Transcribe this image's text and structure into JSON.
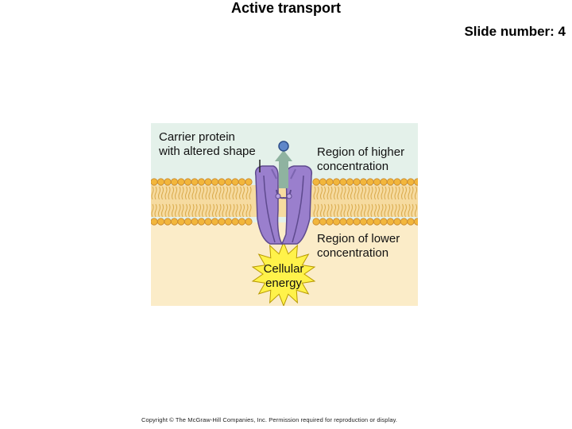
{
  "title": "Active transport",
  "slide_number": "Slide number: 4",
  "labels": {
    "carrier": [
      "Carrier protein",
      "with altered shape"
    ],
    "higher": [
      "Region of higher",
      "concentration"
    ],
    "lower": [
      "Region of lower",
      "concentration"
    ],
    "energy": [
      "Cellular",
      "energy"
    ]
  },
  "copyright": "Copyright © The McGraw-Hill Companies, Inc. Permission required for reproduction or display.",
  "colors": {
    "upper_region": "#e4f1ea",
    "lower_region": "#fbecc8",
    "lipid_head": "#f2b63c",
    "lipid_tail": "#e9c87a",
    "protein": "#9a7fcd",
    "arrow": "#8fb3a0",
    "molecule": "#5f87c9",
    "starburst": "#fff24a"
  }
}
